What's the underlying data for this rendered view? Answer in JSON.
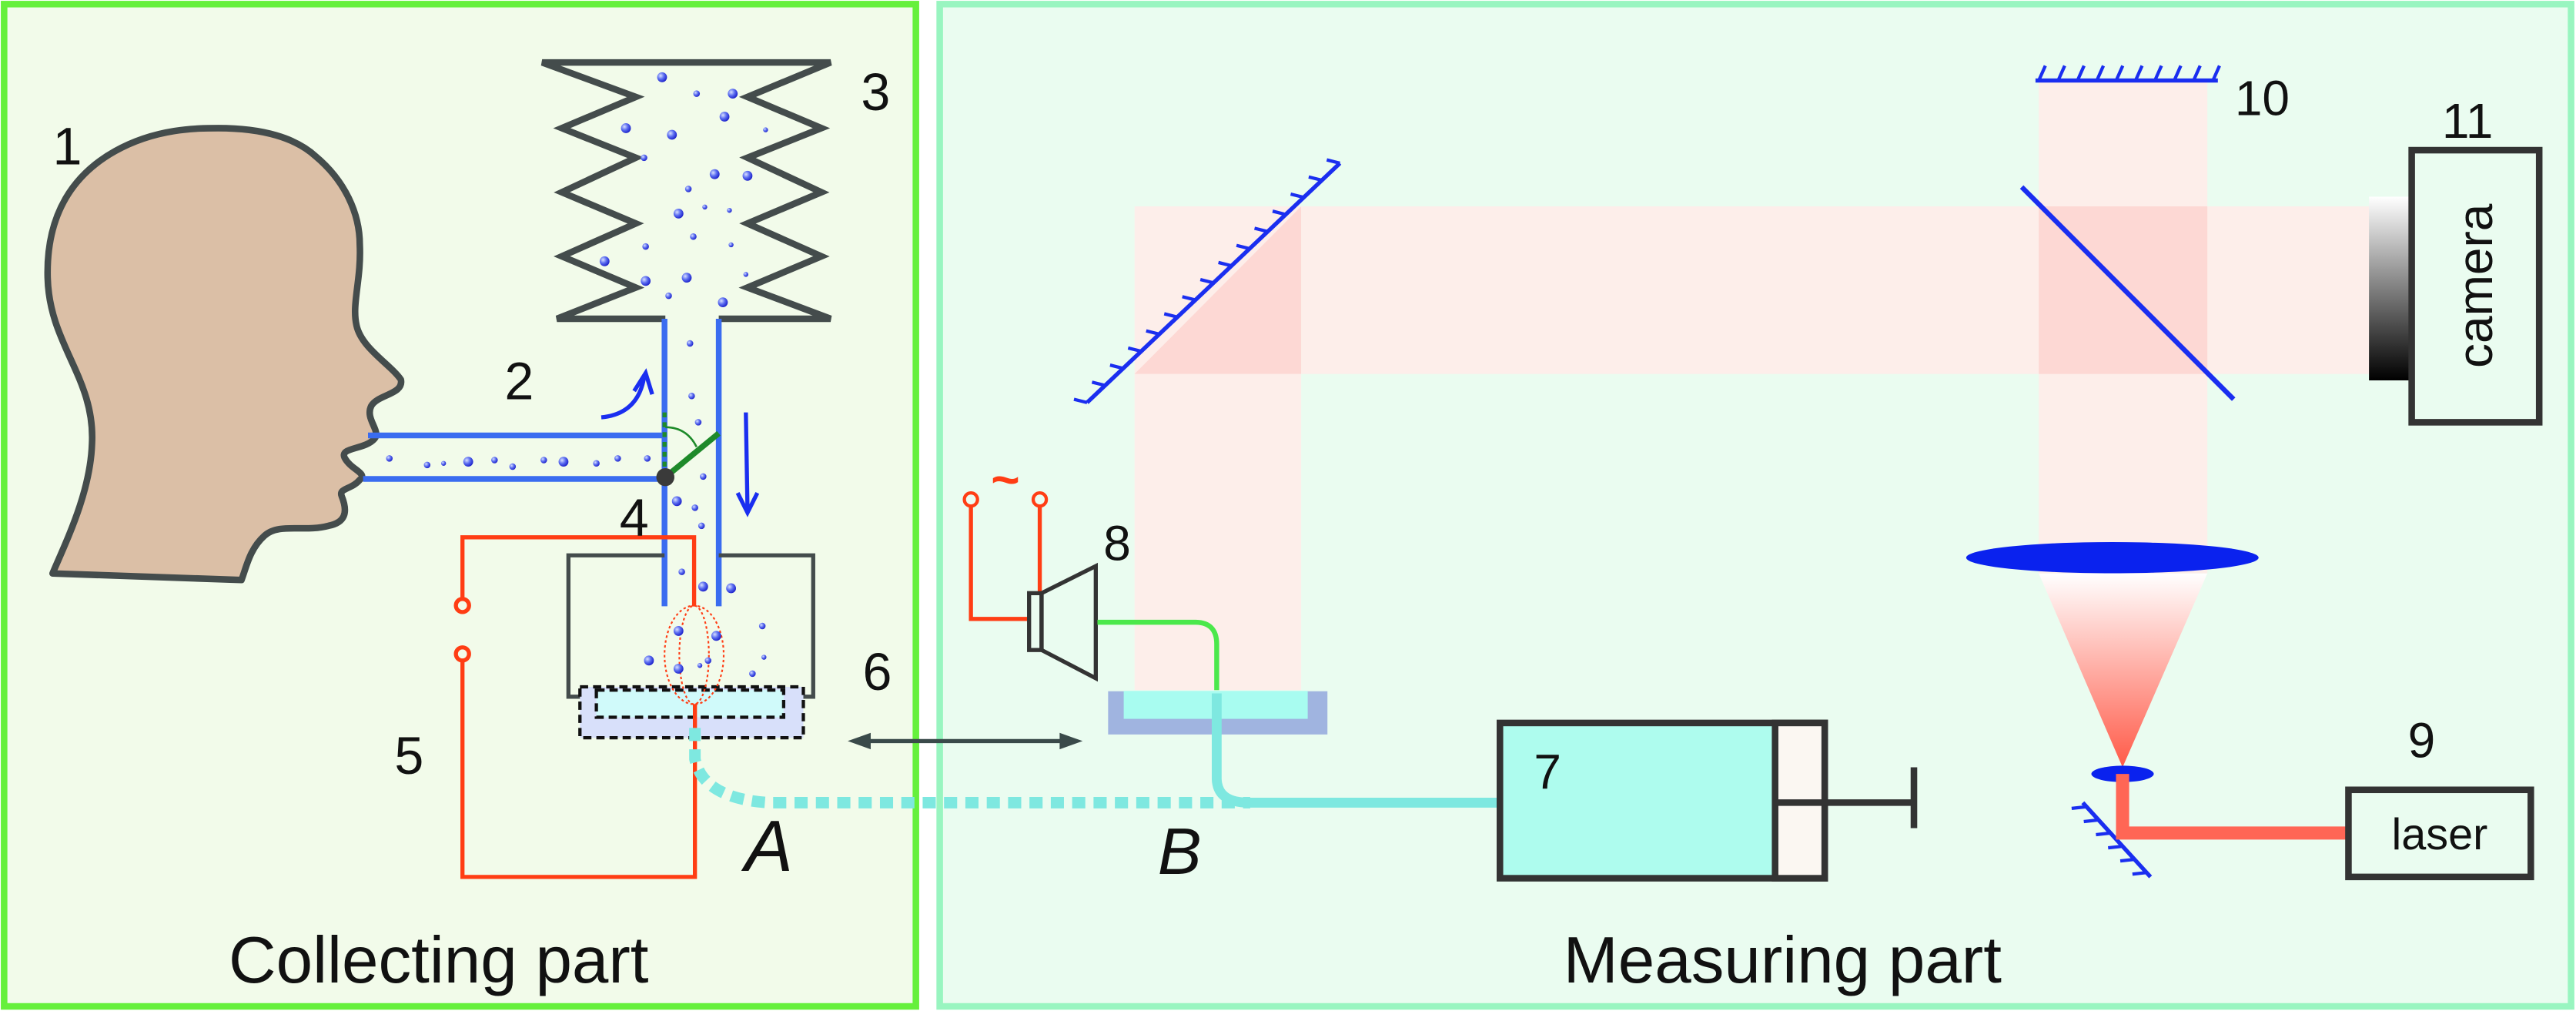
{
  "panels": {
    "collecting": {
      "title": "Collecting part"
    },
    "measuring": {
      "title": "Measuring part"
    }
  },
  "labels": {
    "n1": "1",
    "n2": "2",
    "n3": "3",
    "n4": "4",
    "n5": "5",
    "n6": "6",
    "n7": "7",
    "n8": "8",
    "n9": "9",
    "n10": "10",
    "n11": "11",
    "A": "A",
    "B": "B"
  },
  "devices": {
    "camera": "camera",
    "laser": "laser",
    "ac_symbol": "~"
  },
  "colors": {
    "left_bg": "#f2fbea",
    "left_border": "#66f03c",
    "right_bg": "#eafcf0",
    "right_border": "#99f5c0",
    "head": "#dbbfa6",
    "outline": "#444c4c",
    "tube": "#3a6cf0",
    "mirror": "#1a2ef0",
    "circuit": "#ff3d14",
    "beam": "#fdeeea",
    "beam_dark": "#fdd8d4",
    "liquid": "#a8fcf0",
    "syringe_tube": "#7ee8e0",
    "laser_beam": "#ff6655",
    "flap": "#1e8a2a",
    "speaker_tube": "#4be84b"
  }
}
